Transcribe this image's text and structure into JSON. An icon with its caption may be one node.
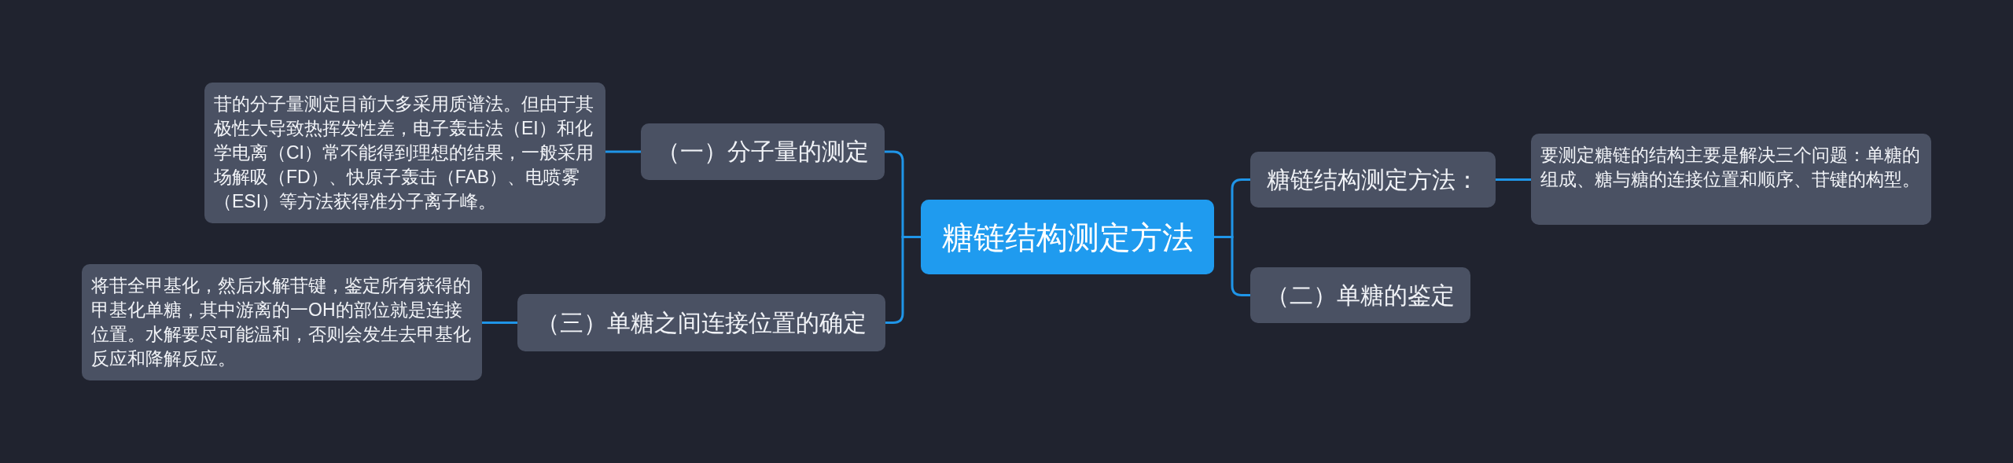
{
  "diagram": {
    "nodes": [
      {
        "text": [
          "糖链结构测定方法"
        ]
      },
      {
        "text": [
          "（一）分子量的测定"
        ]
      },
      {
        "text": [
          "苷的分子量测定目前大多采用质谱法。但由于其极性大导致热挥发性差，电子轰击法（EI）和化学电离（CI）常不能得到理想的结果，一般采用场解吸（FD）、快原子轰击（FAB）、电喷雾（ESI）等方法获得准分子离子峰。"
        ]
      },
      {
        "text": [
          "（三）单糖之间连接位置的确定"
        ]
      },
      {
        "text": [
          "将苷全甲基化，然后水解苷键，鉴定所有获得的甲基化单糖，其中游离的一OH的部位就是连接位置。水解要尽可能温和，否则会发生去甲基化反应和降解反应。"
        ]
      },
      {
        "text": [
          "糖链结构测定方法："
        ]
      },
      {
        "text": [
          "要测定糖链的结构主要是解决三个问题：单糖的组成、糖与糖的连接位置和顺序、苷键的构型。"
        ]
      },
      {
        "text": [
          "（二）单糖的鉴定"
        ]
      }
    ],
    "edges": [
      {
        "from": 0,
        "to": 1,
        "arrow": "none"
      },
      {
        "from": 1,
        "to": 2,
        "arrow": "none"
      },
      {
        "from": 0,
        "to": 3,
        "arrow": "none"
      },
      {
        "from": 3,
        "to": 4,
        "arrow": "none"
      },
      {
        "from": 0,
        "to": 5,
        "arrow": "none"
      },
      {
        "from": 5,
        "to": 6,
        "arrow": "none"
      },
      {
        "from": 0,
        "to": 7,
        "arrow": "none"
      }
    ]
  }
}
